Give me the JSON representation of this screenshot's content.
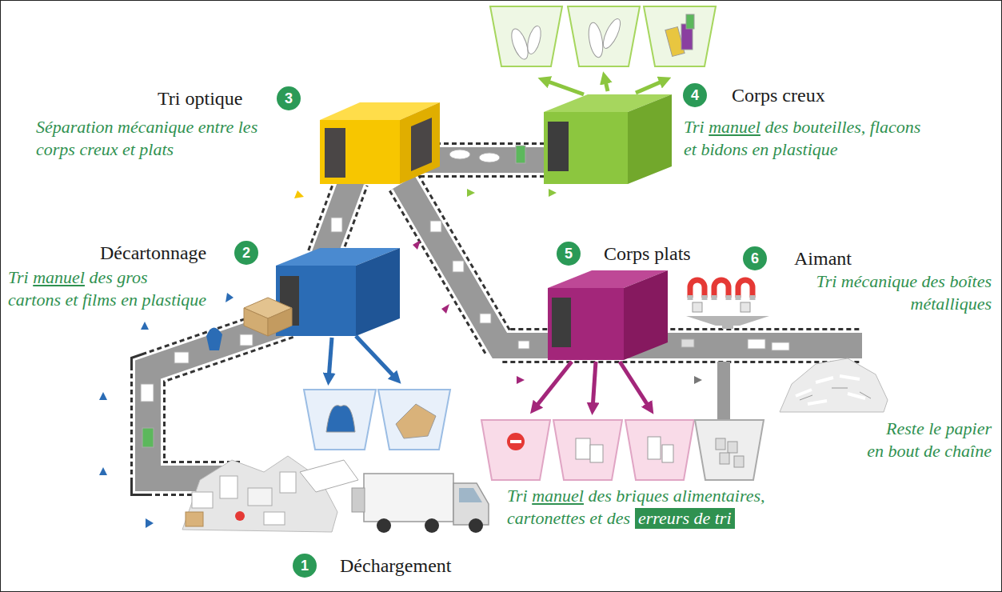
{
  "diagram": {
    "nodes": [
      {
        "text": [
          "1"
        ]
      },
      {
        "text": [
          "2"
        ]
      },
      {
        "text": [
          "3"
        ]
      },
      {
        "text": [
          "4"
        ]
      },
      {
        "text": [
          "5"
        ]
      },
      {
        "text": [
          "6"
        ]
      },
      {
        "text": [
          "erreurs de tri"
        ]
      }
    ],
    "labels": [
      "Tri optique",
      "Séparation mécanique entre les corps creux et plats",
      "Corps creux",
      "Tri manuel des bouteilles, flacons et bidons en plastique",
      "Décartonnage",
      "Tri manuel des gros cartons et films en plastique",
      "Corps plats",
      "Aimant",
      "Tri mécanique des boîtes métalliques",
      "Reste le papier en bout de chaîne",
      "Tri manuel des briques alimentaires, cartonettes et des",
      "Déchargement"
    ]
  }
}
